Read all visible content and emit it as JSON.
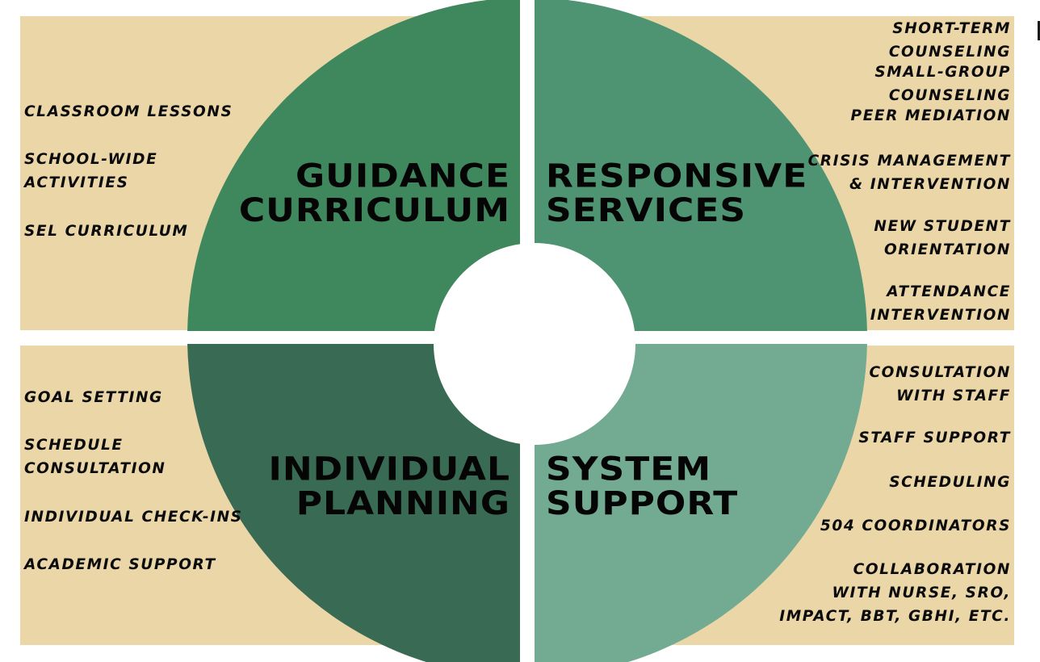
{
  "colors": {
    "background": "#ffffff",
    "panel": "#ebd6a8",
    "guidance": "#3f875d",
    "responsive": "#4f9472",
    "individual": "#396a54",
    "system": "#72aa92",
    "text": "#0b0b0b"
  },
  "quadrants": {
    "guidance": {
      "title": "GUIDANCE\nCURRICULUM",
      "items": [
        "CLASSROOM LESSONS",
        "SCHOOL-WIDE\nACTIVITIES",
        "SEL CURRICULUM"
      ]
    },
    "responsive": {
      "title": "RESPONSIVE\nSERVICES",
      "items": [
        "SHORT-TERM COUNSELING",
        "SMALL-GROUP COUNSELING",
        "PEER MEDIATION",
        "CRISIS MANAGEMENT\n& INTERVENTION",
        "NEW STUDENT\nORIENTATION",
        "ATTENDANCE\nINTERVENTION"
      ]
    },
    "individual": {
      "title": "INDIVIDUAL\nPLANNING",
      "items": [
        "GOAL SETTING",
        "SCHEDULE\nCONSULTATION",
        "INDIVIDUAL CHECK-INS",
        "ACADEMIC SUPPORT"
      ]
    },
    "system": {
      "title": "SYSTEM\nSUPPORT",
      "items": [
        "CONSULTATION\nWITH STAFF",
        "STAFF SUPPORT",
        "SCHEDULING",
        "504 COORDINATORS",
        "COLLABORATION\nWITH NURSE, SRO,\nIMPACT, BBT, GBHI, ETC."
      ]
    }
  }
}
